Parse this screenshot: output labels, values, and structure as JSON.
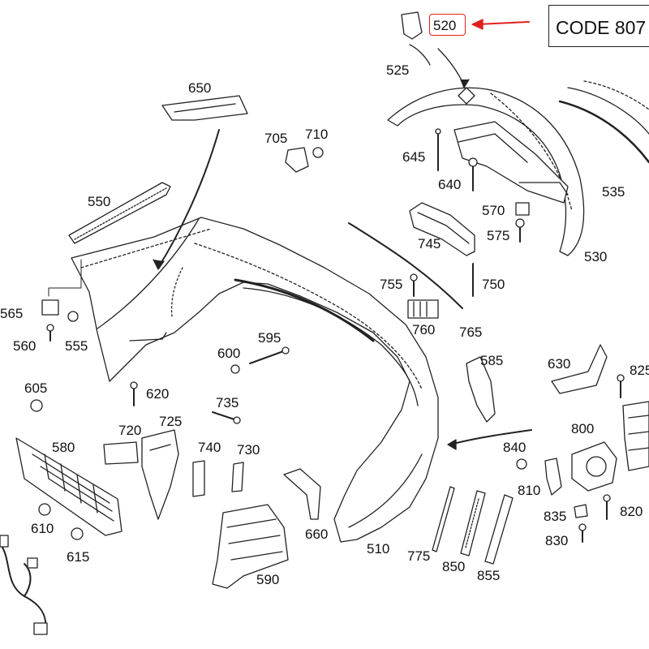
{
  "code_box": {
    "text": "CODE 807"
  },
  "highlight_part": "520",
  "arrow_color": "#e02020",
  "parts": {
    "p510": "510",
    "p520": "520",
    "p525": "525",
    "p530": "530",
    "p535": "535",
    "p550": "550",
    "p555": "555",
    "p560": "560",
    "p565": "565",
    "p570": "570",
    "p575": "575",
    "p580": "580",
    "p585": "585",
    "p590": "590",
    "p595": "595",
    "p600": "600",
    "p605": "605",
    "p610": "610",
    "p615": "615",
    "p620": "620",
    "p630": "630",
    "p640": "640",
    "p645": "645",
    "p650": "650",
    "p660": "660",
    "p705": "705",
    "p710": "710",
    "p720": "720",
    "p725": "725",
    "p730": "730",
    "p735": "735",
    "p740": "740",
    "p745": "745",
    "p750": "750",
    "p755": "755",
    "p760": "760",
    "p765": "765",
    "p775": "775",
    "p800": "800",
    "p810": "810",
    "p820": "820",
    "p825": "825",
    "p830": "830",
    "p835": "835",
    "p840": "840",
    "p850": "850",
    "p855": "855"
  }
}
